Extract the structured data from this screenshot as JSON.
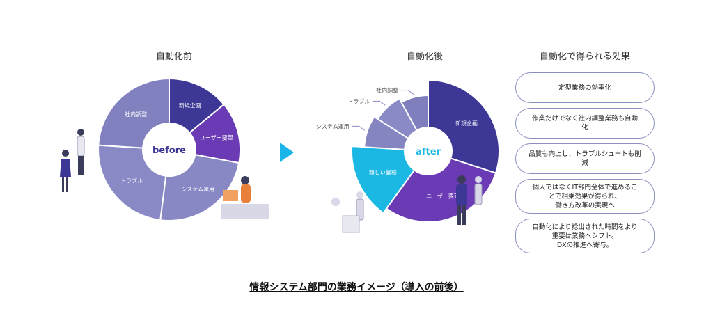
{
  "headings": {
    "before": "自動化前",
    "after": "自動化後",
    "effects": "自動化で得られる効果"
  },
  "chart_data": [
    {
      "type": "pie",
      "center_label": "before",
      "slices": [
        {
          "label": "新規企画",
          "value": 14,
          "color": "#3d3796"
        },
        {
          "label": "ユーザー要望",
          "value": 14,
          "color": "#6a3bb5"
        },
        {
          "label": "システム運用",
          "value": 24,
          "color": "#8888c4"
        },
        {
          "label": "トラブル",
          "value": 24,
          "color": "#8989c6"
        },
        {
          "label": "社内調整",
          "value": 24,
          "color": "#8181bf"
        }
      ]
    },
    {
      "type": "pie",
      "center_label": "after",
      "slices": [
        {
          "label": "新規企画",
          "value": 30,
          "color": "#3d3796"
        },
        {
          "label": "ユーザー要望",
          "value": 30,
          "color": "#6a3bb5"
        },
        {
          "label": "新しい業務",
          "value": 16,
          "color": "#1bb8e3"
        },
        {
          "label": "システム運用",
          "value": 8,
          "color": "#8585c2"
        },
        {
          "label": "トラブル",
          "value": 8,
          "color": "#8a8ac6"
        },
        {
          "label": "社内調整",
          "value": 8,
          "color": "#7f7fbd"
        }
      ]
    }
  ],
  "effects": [
    [
      "定型業務の効率化"
    ],
    [
      "作業だけでなく社内調整業務も自動",
      "化"
    ],
    [
      "品質も向上し、トラブルシュートも削",
      "減"
    ],
    [
      "個人ではなくIT部門全体で進めるこ",
      "とで相乗効果が得られ、",
      "働き方改革の実現へ"
    ],
    [
      "自動化により捻出された時間をより",
      "重要は業務へシフト。",
      "DXの推進へ寄与。"
    ]
  ],
  "footer": "情報システム部門の業務イメージ（導入の前後）",
  "colors": {
    "arrow": "#19b5e8",
    "center_text": "#3d3796",
    "after_text": "#1bb8e3"
  }
}
